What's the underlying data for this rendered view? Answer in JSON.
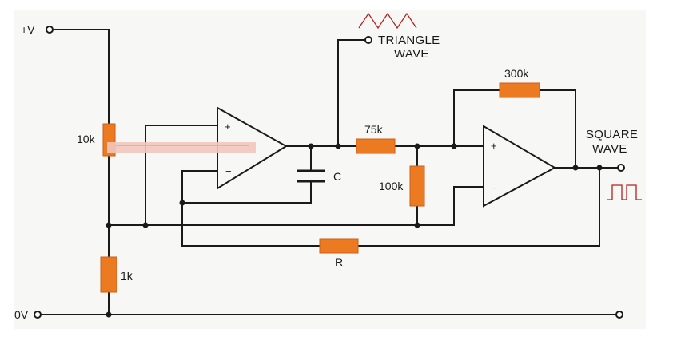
{
  "labels": {
    "supply_positive": "+V",
    "supply_zero": "0V",
    "r_pot": "10k",
    "r_1k": "1k",
    "r_75k": "75k",
    "r_100k": "100k",
    "r_300k": "300k",
    "r_R": "R",
    "cap_C": "C",
    "triangle_line1": "TRIANGLE",
    "triangle_line2": "WAVE",
    "square_line1": "SQUARE",
    "square_line2": "WAVE",
    "opamp1_plus": "+",
    "opamp1_minus": "−",
    "opamp2_plus": "+",
    "opamp2_minus": "−"
  },
  "colors": {
    "resistor": "#ec7a21",
    "wire": "#1a1a1a",
    "waveform_sketch": "#b22222",
    "panel": "#f7f7f5"
  }
}
